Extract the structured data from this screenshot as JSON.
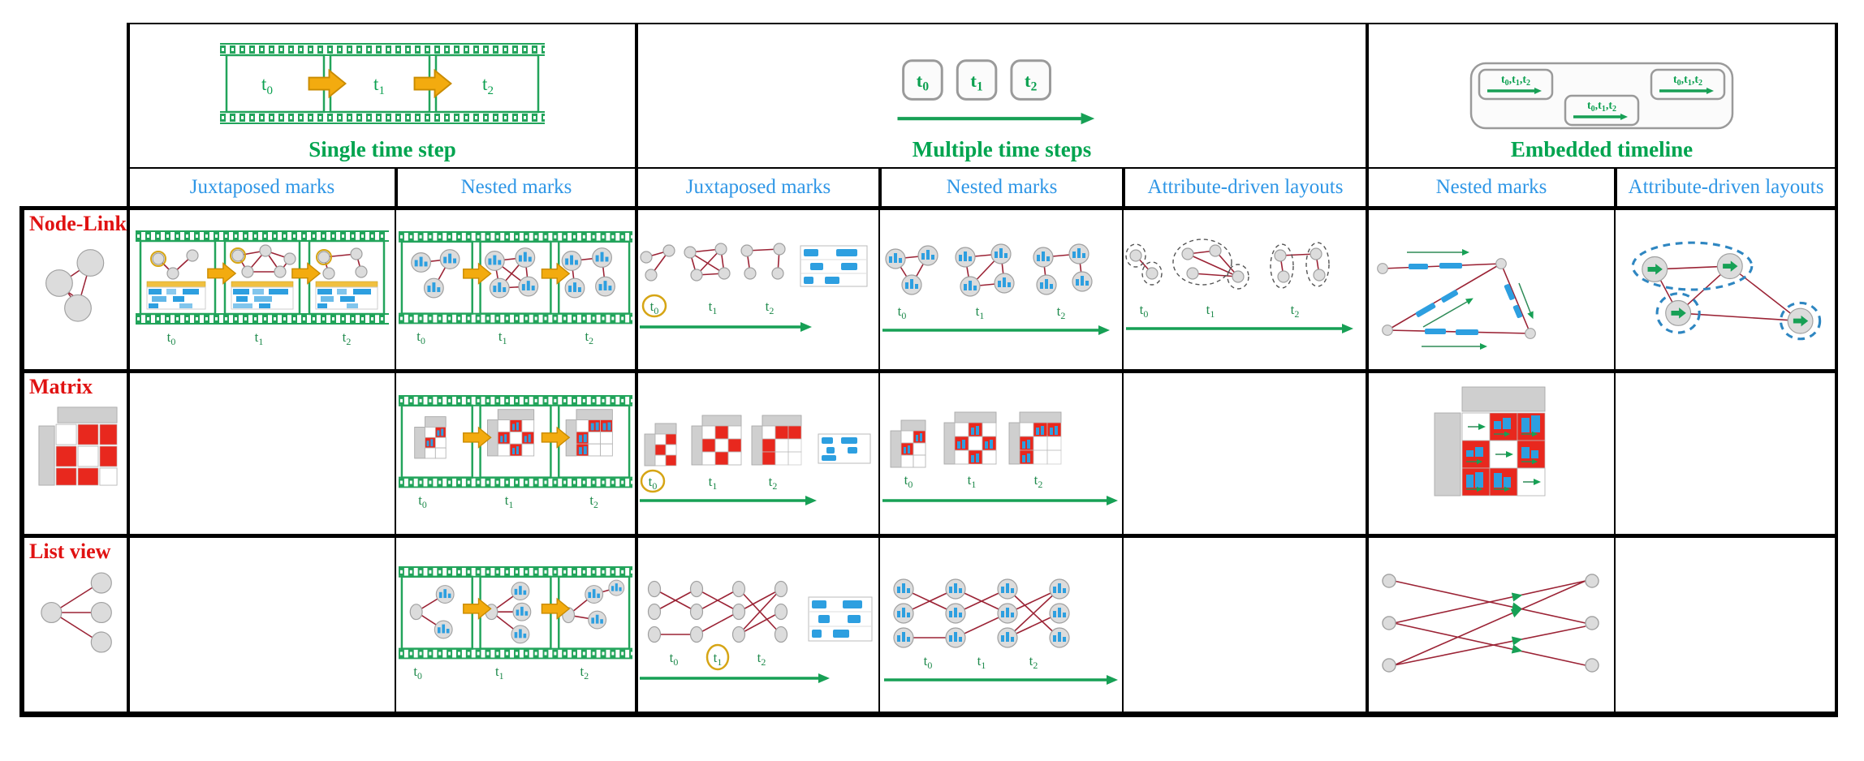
{
  "top_headers": [
    {
      "id": "single",
      "label": "Single time step"
    },
    {
      "id": "multiple",
      "label": "Multiple time steps"
    },
    {
      "id": "embedded",
      "label": "Embedded timeline"
    }
  ],
  "sub_headers": [
    "Juxtaposed marks",
    "Nested marks",
    "Juxtaposed marks",
    "Nested marks",
    "Attribute-driven layouts",
    "Nested marks",
    "Attribute-driven layouts"
  ],
  "rows": [
    {
      "label": "Node-Link"
    },
    {
      "label": "Matrix"
    },
    {
      "label": "List view"
    }
  ],
  "t": {
    "t0": {
      "base": "t",
      "sub": "0"
    },
    "t1": {
      "base": "t",
      "sub": "1"
    },
    "t2": {
      "base": "t",
      "sub": "2"
    }
  },
  "embedded_box_label_parts": [
    "t",
    "0",
    ",t",
    "1",
    ",t",
    "2"
  ],
  "colors": {
    "header_green": "#00A44F",
    "film_green": "#22A45B",
    "subheader_blue": "#2E96E6",
    "row_label_red": "#E01212",
    "edge_maroon": "#9B2335",
    "node_gray": "#DCDCDC",
    "transition_yellow": "#F3AB0F",
    "bar_blue": "#2D9FE0",
    "matrix_red": "#E8281E",
    "matrix_header_gray": "#CFCFCF",
    "highlight_gold": "#D6A515",
    "cluster_dash_blue": "#2E86C1"
  },
  "icons": {
    "row_node_link": "node-link-graph-icon",
    "row_matrix": "adjacency-matrix-icon",
    "row_list_view": "list-view-graph-icon",
    "transition": "yellow-right-arrow-icon",
    "timeline": "green-right-arrow-icon",
    "strip": "film-strip-icon",
    "highlight": "gold-circle-icon"
  }
}
